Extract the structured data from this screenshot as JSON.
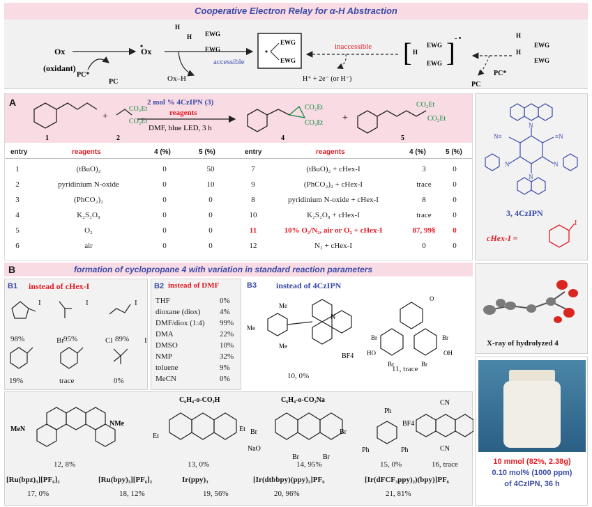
{
  "header": {
    "title": "Cooperative Electron Relay for α-H Abstraction"
  },
  "mechanism": {
    "ox": "Ox",
    "oxidant": "(oxidant)",
    "pc_star_left": "PC*",
    "pc_rad_left": "PC",
    "ox_rad": "Ox",
    "ewg_top": "EWG",
    "ewg_bottom": "EWG",
    "accessible": "accessible",
    "ox_h": "Ox–H",
    "box_ewg_top": "EWG",
    "box_ewg_bottom": "EWG",
    "inaccessible": "inaccessible",
    "byproducts": "H⁺ + 2e⁻ (or H⁻)",
    "anion_ewg_top": "EWG",
    "anion_ewg_bottom": "EWG",
    "right_ewg_top": "EWG",
    "right_ewg_bottom": "EWG",
    "pc_star_right": "PC*",
    "pc_rad_right": "PC",
    "colors": {
      "blue": "#3a4aa8",
      "red": "#e31b23",
      "pink": "#f9dbe4"
    }
  },
  "panelA": {
    "label": "A",
    "conditions_top": "2 mol % 4CzIPN (3)",
    "conditions_reagents": "reagents",
    "conditions_bottom": "DMF, blue LED, 3 h",
    "reactant1_ewg1": "CO₂Et",
    "reactant1_ewg2": "CO₂Et",
    "product4_ewg1": "CO₂Et",
    "product4_ewg2": "CO₂Et",
    "product5_ewg1": "CO₂Et",
    "product5_ewg2": "CO₂Et",
    "plus": "+",
    "compound_labels": [
      "1",
      "2",
      "4",
      "5"
    ],
    "headers": {
      "entry": "entry",
      "reagents": "reagents",
      "p4": "4 (%)",
      "p5": "5 (%)"
    },
    "left_rows": [
      {
        "entry": "1",
        "reagents": "(tBuO)₂",
        "p4": "0",
        "p5": "50"
      },
      {
        "entry": "2",
        "reagents": "pyridinium N-oxide",
        "p4": "0",
        "p5": "10"
      },
      {
        "entry": "3",
        "reagents": "(PhCO₂)₂",
        "p4": "0",
        "p5": "0"
      },
      {
        "entry": "4",
        "reagents": "K₂S₂O₈",
        "p4": "0",
        "p5": "0"
      },
      {
        "entry": "5",
        "reagents": "O₂",
        "p4": "0",
        "p5": "0"
      },
      {
        "entry": "6",
        "reagents": "air",
        "p4": "0",
        "p5": "0"
      }
    ],
    "right_rows": [
      {
        "entry": "7",
        "reagents": "(tBuO)₂ + cHex-I",
        "p4": "3",
        "p5": "0"
      },
      {
        "entry": "9",
        "reagents": "(PhCO₂)₂ + cHex-I",
        "p4": "trace",
        "p5": "0"
      },
      {
        "entry": "8",
        "reagents": "pyridinium N-oxide + cHex-I",
        "p4": "8",
        "p5": "0"
      },
      {
        "entry": "10",
        "reagents": "K₂S₂O₈ + cHex-I",
        "p4": "trace",
        "p5": "0"
      },
      {
        "entry": "11",
        "reagents": "10% O₂/N₂, air or O₂ + cHex-I",
        "p4": "87, 99§",
        "p5": "0"
      },
      {
        "entry": "12",
        "reagents": "N₂ + cHex-I",
        "p4": "0",
        "p5": "0"
      }
    ]
  },
  "side": {
    "catalyst_label": "3, 4CzIPN",
    "chex_label": "cHex-I =",
    "iodo": "I",
    "xray_caption": "X-ray of hydrolyzed 4",
    "scale_line1": "10 mmol (82%, 2.38g)",
    "scale_line2": "0.10 mol% (1000 ppm)",
    "scale_line3": "of 4CzIPN, 36 h"
  },
  "panelB": {
    "label": "B",
    "title": "formation of cyclopropane 4 with variation in standard reaction parameters",
    "b1_label": "B1",
    "b1_title": "instead of cHex-I",
    "b1_items": [
      {
        "atom": "I",
        "yield": "98%"
      },
      {
        "atom": "I",
        "yield": "95%"
      },
      {
        "atom": "I",
        "yield": "89%"
      },
      {
        "atom": "Br",
        "yield": "19%"
      },
      {
        "atom": "Cl",
        "yield": "trace"
      },
      {
        "atom": "I",
        "yield": "0%"
      }
    ],
    "b2_label": "B2",
    "b2_title": "instead of DMF",
    "solvents": [
      {
        "name": "THF",
        "yield": "0%"
      },
      {
        "name": "dioxane (diox)",
        "yield": "4%"
      },
      {
        "name": "DMF/diox (1:4)",
        "yield": "99%"
      },
      {
        "name": "DMA",
        "yield": "22%"
      },
      {
        "name": "DMSO",
        "yield": "10%"
      },
      {
        "name": "NMP",
        "yield": "32%"
      },
      {
        "name": "toluene",
        "yield": "9%"
      },
      {
        "name": "MeCN",
        "yield": "0%"
      }
    ],
    "b3_label": "B3",
    "b3_title": "instead of 4CzIPN",
    "cat10": "10, 0%",
    "cat11": "11, trace",
    "cat12": "12, 8%",
    "cat13": "13, 0%",
    "cat14": "14, 95%",
    "cat15": "15, 0%",
    "cat16": "16, trace",
    "c13_sub": "C₆H₄-o-CO₂H",
    "c14_sub": "C₆H₄-o-CO₂Na",
    "metal": [
      {
        "name": "[Ru(bpz)₃][PF₆]₂",
        "cap": "17, 0%"
      },
      {
        "name": "[Ru(bpy)₃][PF₆]₂",
        "cap": "18, 12%"
      },
      {
        "name": "Ir(ppy)₃",
        "cap": "19, 56%"
      },
      {
        "name": "[Ir(dtbbpy)(ppy)₂]PF₆",
        "cap": "20, 96%"
      },
      {
        "name": "[Ir(dFCF₃ppy)₂)(bpy)]PF₆",
        "cap": "21, 81%"
      }
    ]
  }
}
